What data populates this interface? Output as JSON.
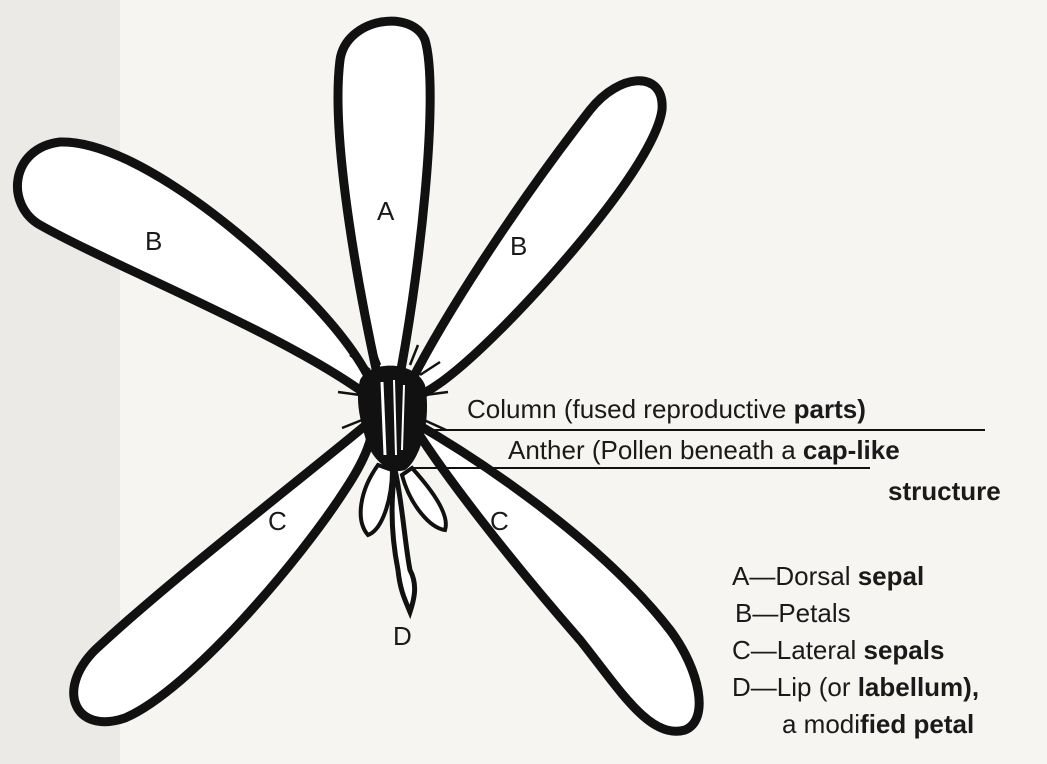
{
  "labels": {
    "dorsal_sepal": "A",
    "petal_left": "B",
    "petal_right": "B",
    "lateral_sepal_left": "C",
    "lateral_sepal_right": "C",
    "lip": "D"
  },
  "callouts": {
    "column": {
      "pre": "Column (fused reproductive ",
      "bold": "parts)"
    },
    "anther": {
      "pre": "Anther (Pollen beneath a ",
      "bold": "cap-like",
      "line2": "structure"
    }
  },
  "legend": [
    {
      "pre": "A—Dorsal ",
      "bold": "sepal"
    },
    {
      "pre": "B—Petals",
      "bold": ""
    },
    {
      "pre": "C—Lateral ",
      "bold": "sepals"
    },
    {
      "pre": "D—Lip (or ",
      "bold": "labellum),"
    },
    {
      "pre": "a modi",
      "bold": "fied petal"
    }
  ]
}
